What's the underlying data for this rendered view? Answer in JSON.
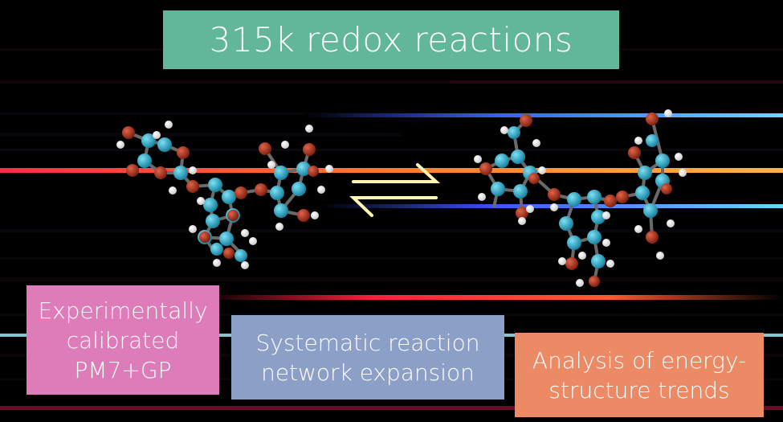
{
  "title": "315k redox reactions",
  "boxes": {
    "pink": [
      "Experimentally",
      "calibrated",
      "PM7+GP"
    ],
    "blue": [
      "Systematic reaction",
      "network expansion"
    ],
    "orange": [
      "Analysis of energy-",
      "structure trends"
    ]
  },
  "colors": {
    "title_bg": "#62b79a",
    "pink_bg": "#dd7cb8",
    "blue_bg": "#8c9fc6",
    "orange_bg": "#ed8a66",
    "carbon": "#1fa3c4",
    "oxygen": "#b5321c",
    "hydrogen": "#ffffff",
    "arrow": "#fff6b0"
  },
  "icons": [
    "molecule-reactant",
    "equilibrium-arrow-icon",
    "molecule-product"
  ]
}
